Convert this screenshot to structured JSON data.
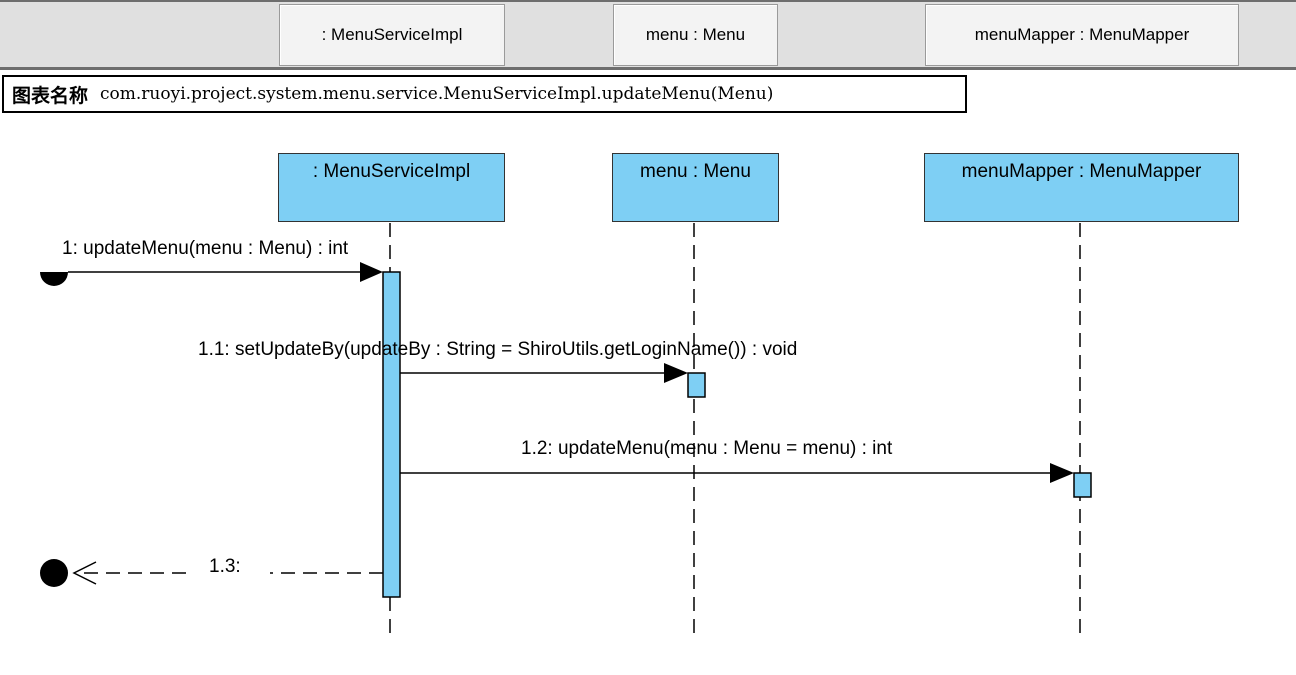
{
  "header": {
    "cells": [
      ": MenuServiceImpl",
      "menu : Menu",
      "menuMapper : MenuMapper"
    ]
  },
  "title": {
    "label": "图表名称",
    "text": "com.ruoyi.project.system.menu.service.MenuServiceImpl.updateMenu(Menu)"
  },
  "lifelines": [
    ": MenuServiceImpl",
    "menu : Menu",
    "menuMapper : MenuMapper"
  ],
  "messages": [
    {
      "label": "1: updateMenu(menu : Menu) : int",
      "kind": "found-sync"
    },
    {
      "label": "1.1: setUpdateBy(updateBy : String = ShiroUtils.getLoginName()) : void",
      "kind": "sync"
    },
    {
      "label": "1.2: updateMenu(menu : Menu = menu) : int",
      "kind": "sync"
    },
    {
      "label": "1.3:",
      "kind": "return-lost"
    }
  ],
  "colors": {
    "lifeline_fill": "#7ecff4",
    "activation_fill": "#7ecff4",
    "header_bg": "#e0e0e0",
    "line": "#000000"
  }
}
